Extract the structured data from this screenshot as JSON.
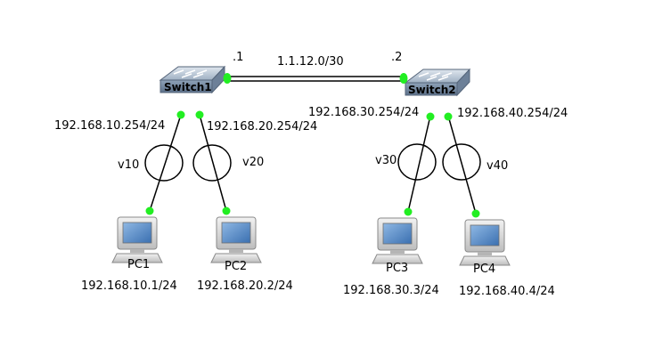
{
  "link": {
    "subnet": "1.1.12.0/30",
    "left_ip": ".1",
    "right_ip": ".2"
  },
  "switches": [
    {
      "name": "Switch1"
    },
    {
      "name": "Switch2"
    }
  ],
  "vlans": [
    {
      "label": "v10",
      "gateway": "192.168.10.254/24"
    },
    {
      "label": "v20",
      "gateway": "192.168.20.254/24"
    },
    {
      "label": "v30",
      "gateway": "192.168.30.254/24"
    },
    {
      "label": "v40",
      "gateway": "192.168.40.254/24"
    }
  ],
  "pcs": [
    {
      "name": "PC1",
      "ip": "192.168.10.1/24"
    },
    {
      "name": "PC2",
      "ip": "192.168.20.2/24"
    },
    {
      "name": "PC3",
      "ip": "192.168.30.3/24"
    },
    {
      "name": "PC4",
      "ip": "192.168.40.4/24"
    }
  ],
  "colors": {
    "port": "#22ee22",
    "line": "#000000",
    "switch_body": "#7a8fa8",
    "screen": "#4f86c6"
  }
}
